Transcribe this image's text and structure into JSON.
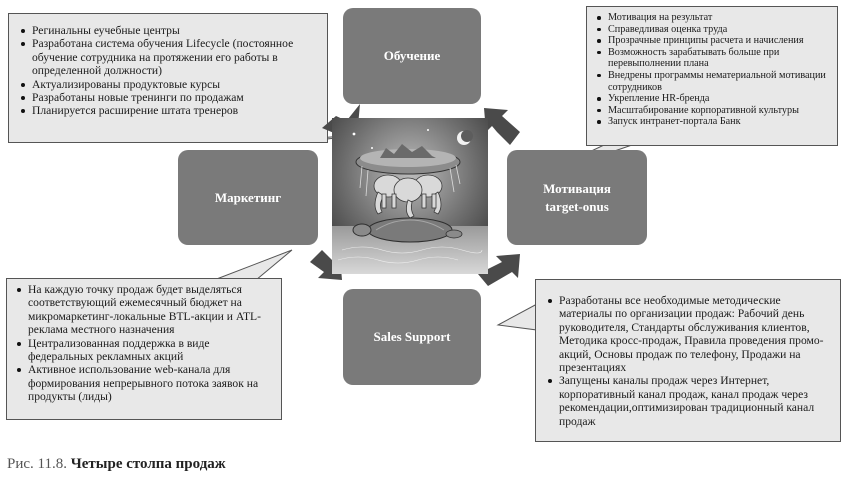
{
  "pillars": {
    "training": "Обучение",
    "marketing": "Маркетинг",
    "motivation_line1": "Мотивация",
    "motivation_line2": "target-onus",
    "sales_support": "Sales Support"
  },
  "callouts": {
    "training": [
      "Регинальны еучебные центры",
      "Разработана система обучения Lifecycle (постоянное обучение сотрудника на протяжении его работы в определенной должности)",
      "Актуализированы продуктовые курсы",
      "Разработаны новые тренинги по продажам",
      "Планируется расширение штата тренеров"
    ],
    "motivation": [
      "Мотивация на результат",
      "Справедливая оценка труда",
      "Прозрачные принципы расчета и начисления",
      "Возможность зарабатывать больше при перевыполнении плана",
      "Внедрены программы нематериальной мотивации сотрудников",
      "Укрепление HR-бренда",
      "Масштабирование корпоративной культуры",
      "Запуск интранет-портала Банк"
    ],
    "marketing": [
      "На каждую точку продаж будет выделяться соответствующий ежемесячный бюджет на микромаркетинг-локальные BTL-акции и ATL-реклама местного назначения",
      "Централизованная поддержка в виде федеральных рекламных акций",
      "Активное использование web-канала для формирования непрерывного потока заявок на продукты (лиды)"
    ],
    "sales_support": [
      "Разработаны все необходимые методические материалы по организации продаж: Рабочий день руководителя, Стандарты обслуживания клиентов, Методика кросс-продаж, Правила проведения промо-акций, Основы продаж по телефону, Продажи на презентациях",
      "Запущены каналы продаж через Интернет, корпоративный канал продаж, канал продаж через рекомендации,оптимизирован традиционный канал продаж"
    ]
  },
  "caption": {
    "prefix": "Рис. 11.8.",
    "title": "Четыре столпа продаж"
  },
  "colors": {
    "pillar_fill": "#7a7a7a",
    "callout_fill": "#e8e8e8",
    "arrow_fill": "#4a4a4a"
  },
  "center_image": "world-on-elephants-and-turtle-illustration"
}
